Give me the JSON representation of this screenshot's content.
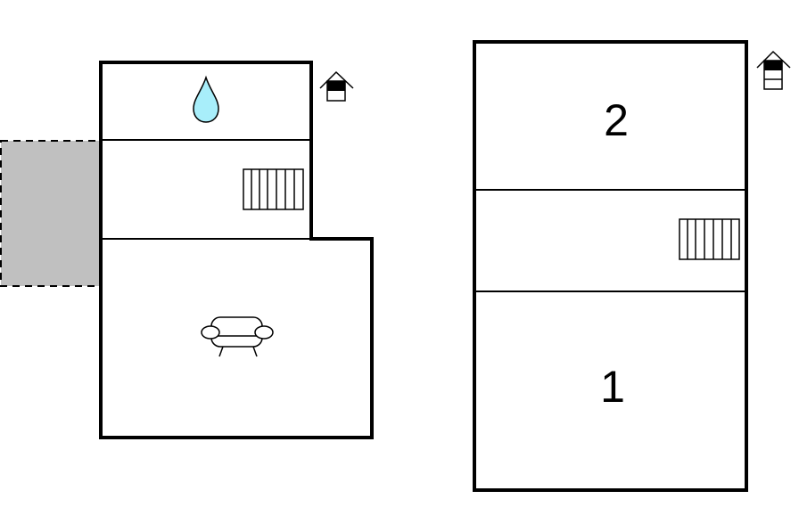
{
  "floors": [
    {
      "id": "ground-floor",
      "rooms": [
        {
          "name": "bathroom",
          "label": "",
          "icon": "water-drop-icon"
        },
        {
          "name": "hall",
          "label": "",
          "icon": "stairs-icon"
        },
        {
          "name": "living-room",
          "label": "",
          "icon": "sofa-icon"
        }
      ],
      "extra_areas": [
        {
          "name": "terrace",
          "style": "dashed-grey"
        }
      ],
      "level_icon": "floor-level-ground-icon"
    },
    {
      "id": "upper-floor",
      "rooms": [
        {
          "name": "bedroom-2",
          "label": "2",
          "icon": ""
        },
        {
          "name": "hall",
          "label": "",
          "icon": "stairs-icon"
        },
        {
          "name": "bedroom-1",
          "label": "1",
          "icon": ""
        }
      ],
      "level_icon": "floor-level-upper-icon"
    }
  ],
  "colors": {
    "wall": "#000000",
    "terrace_fill": "#c0c0c0",
    "water_drop_fill": "#a8eefa",
    "background": "#ffffff"
  }
}
